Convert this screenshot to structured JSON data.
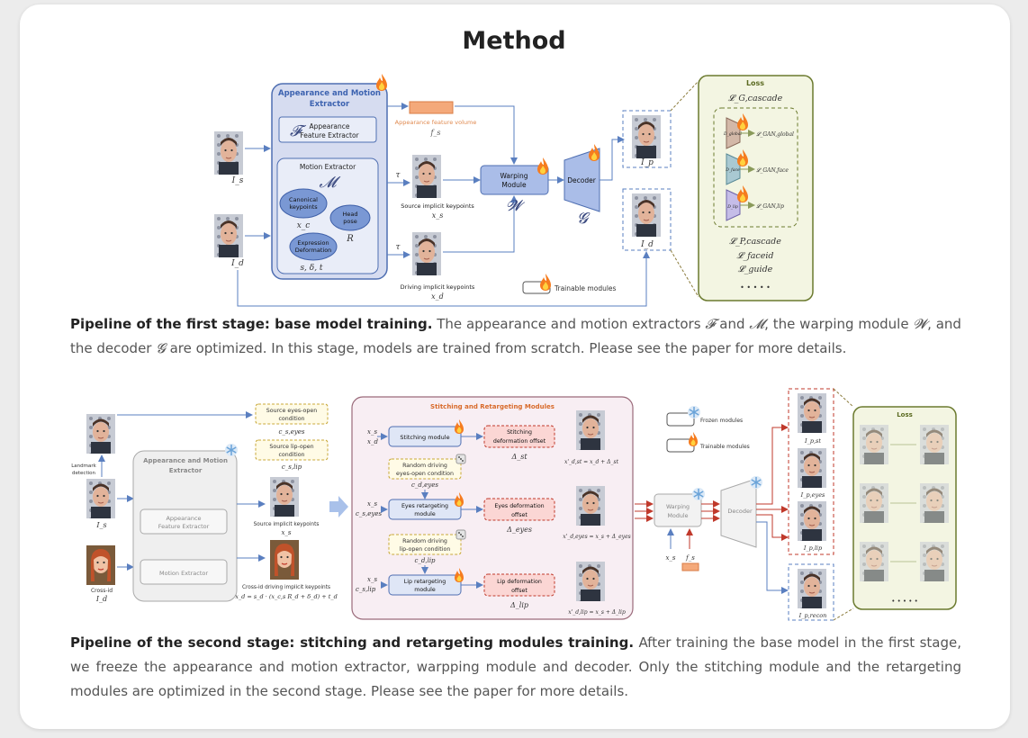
{
  "page": {
    "title": "Method"
  },
  "stage1": {
    "caption_bold": "Pipeline of the first stage: base model training.",
    "caption_rest_1": "The appearance and motion extractors",
    "sym_F": "𝓕",
    "caption_and_1": "and",
    "sym_M": "𝓜",
    "caption_rest_2": ", the warping module",
    "sym_W": "𝓦",
    "caption_rest_3": ", and the decoder",
    "sym_G": "𝓖",
    "caption_rest_4": "are optimized. In this stage, models are trained from scratch. Please see the paper for more details.",
    "extractor_title_1": "Appearance and Motion",
    "extractor_title_2": "Extractor",
    "appearance_label_1": "Appearance",
    "appearance_label_2": "Feature Extractor",
    "motion_label": "Motion Extractor",
    "canonical_1": "Canonical",
    "canonical_2": "keypoints",
    "head_1": "Head",
    "head_2": "pose",
    "expr_1": "Expression",
    "expr_2": "Deformation",
    "x_c": "x_c",
    "R": "R",
    "s_delta_t": "s, δ, t",
    "I_s": "I_s",
    "I_d": "I_d",
    "volume_label": "Appearance feature volume",
    "f_s": "f_s",
    "tau": "𝜏",
    "source_kp": "Source implicit keypoints",
    "x_s": "x_s",
    "driving_kp": "Driving implicit keypoints",
    "x_d": "x_d",
    "warping_1": "Warping",
    "warping_2": "Module",
    "decoder": "Decoder",
    "I_p": "I_p",
    "I_d_out": "I_d",
    "trainable": "Trainable modules",
    "loss_title": "Loss",
    "loss_G": "𝓛_G,cascade",
    "loss_global": "𝓛_GAN,global",
    "loss_face": "𝓛_GAN,face",
    "loss_lip": "𝓛_GAN,lip",
    "d_global": "D_global",
    "d_face": "D_face",
    "d_lip": "D_lip",
    "loss_P": "𝓛_P,cascade",
    "loss_faceid": "𝓛_faceid",
    "loss_guide": "𝓛_guide",
    "dots": "• • • • •"
  },
  "stage2": {
    "caption_bold": "Pipeline of the second stage: stitching and retargeting modules training.",
    "caption_rest": "After training the base model in the first stage, we freeze the appearance and motion extractor, warpping module and decoder. Only the stitching module and the retargeting modules are optimized in the second stage. Please see the paper for more details.",
    "eyes_cond_1": "Source eyes-open",
    "eyes_cond_2": "condition",
    "c_s_eyes": "c_s,eyes",
    "lip_cond_1": "Source lip-open",
    "lip_cond_2": "condition",
    "c_s_lip": "c_s,lip",
    "landmark_1": "Landmark",
    "landmark_2": "detection",
    "I_s": "I_s",
    "cross_id": "Cross-id",
    "I_d": "I_d",
    "extractor_title_1": "Appearance and Motion",
    "extractor_title_2": "Extractor",
    "appearance_1": "Appearance",
    "appearance_2": "Feature Extractor",
    "motion": "Motion Extractor",
    "source_kp": "Source implicit keypoints",
    "x_s": "x_s",
    "driving_kp": "Cross-id driving implicit keypoints",
    "x_d_formula": "x_d = s_d · (x_c,s R_d + δ_d) + t_d",
    "panel_title": "Stitching and Retargeting Modules",
    "stitching_module": "Stitching module",
    "stitching_offset_1": "Stitching",
    "stitching_offset_2": "deformation offset",
    "delta_st": "Δ_st",
    "formula_st": "x'_d,st = x_d + Δ_st",
    "random_eyes_1": "Random driving",
    "random_eyes_2": "eyes-open condition",
    "c_d_eyes": "c_d,eyes",
    "eyes_module_1": "Eyes retargeting",
    "eyes_module_2": "module",
    "eyes_offset": "Eyes deformation",
    "eyes_offset_2": "offset",
    "delta_eyes": "Δ_eyes",
    "formula_eyes": "x'_d,eyes = x_s + Δ_eyes",
    "random_lip_1": "Random driving",
    "random_lip_2": "lip-open condition",
    "c_d_lip": "c_d,lip",
    "lip_module_1": "Lip retargeting",
    "lip_module_2": "module",
    "lip_offset_1": "Lip deformation",
    "lip_offset_2": "offset",
    "delta_lip": "Δ_lip",
    "formula_lip": "x'_d,lip = x_s + Δ_lip",
    "in_xs": "x_s",
    "in_xd": "x_d",
    "in_cs_eyes": "c_s,eyes",
    "in_cs_lip": "c_s,lip",
    "frozen": "Frozen modules",
    "trainable": "Trainable modules",
    "warping_1": "Warping",
    "warping_2": "Module",
    "decoder": "Decoder",
    "w_xs": "x_s",
    "w_fs": "f_s",
    "I_p_st": "I_p,st",
    "I_p_eyes": "I_p,eyes",
    "I_p_lip": "I_p,lip",
    "I_p_recon": "I_p,recon",
    "loss_title": "Loss",
    "dots": "• • • • •"
  }
}
